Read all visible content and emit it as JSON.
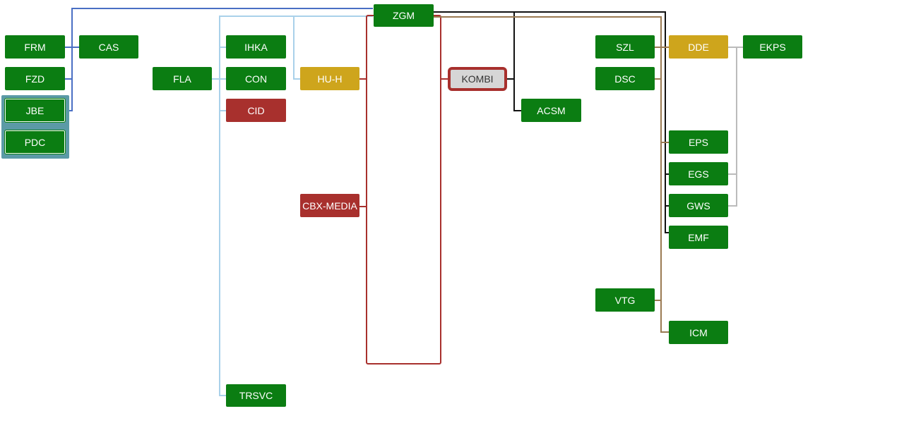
{
  "colors": {
    "node_green": "#0b7d12",
    "node_yellow": "#cea51c",
    "node_red": "#a8302d",
    "node_grey": "#d6d6d6",
    "group_highlight": "#5b9aa6",
    "line_blue": "#4a6fc4",
    "line_lightblue": "#a9d1ea",
    "line_red": "#a8302d",
    "line_black": "#111111",
    "line_brown": "#9a7a52",
    "line_grey": "#bbbbbb"
  },
  "nodes": {
    "zgm": "ZGM",
    "frm": "FRM",
    "fzd": "FZD",
    "jbe": "JBE",
    "pdc": "PDC",
    "cas": "CAS",
    "fla": "FLA",
    "ihka": "IHKA",
    "con": "CON",
    "cid": "CID",
    "trsvc": "TRSVC",
    "huh": "HU-H",
    "cbx": "CBX-MEDIA",
    "kombi": "KOMBI",
    "acsm": "ACSM",
    "szl": "SZL",
    "dsc": "DSC",
    "vtg": "VTG",
    "dde": "DDE",
    "ekps": "EKPS",
    "eps": "EPS",
    "egs": "EGS",
    "gws": "GWS",
    "emf": "EMF",
    "icm": "ICM"
  }
}
